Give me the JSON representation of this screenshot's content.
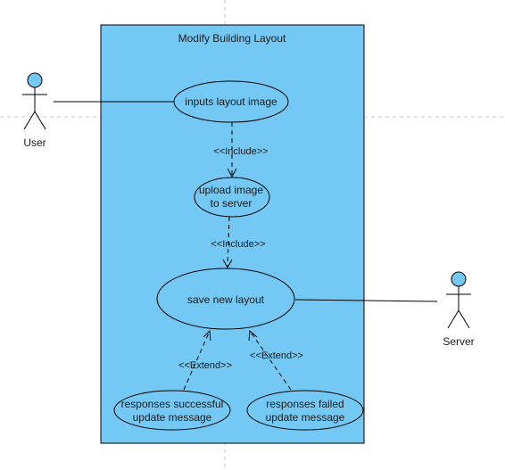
{
  "diagram": {
    "type": "uml-use-case",
    "system": {
      "title": "Modify Building Layout",
      "fill": "#74c9f4"
    },
    "actors": [
      {
        "id": "user",
        "label": "User"
      },
      {
        "id": "server",
        "label": "Server"
      }
    ],
    "use_cases": [
      {
        "id": "inputs",
        "lines": [
          "inputs layout image"
        ]
      },
      {
        "id": "upload",
        "lines": [
          "upload image",
          "to server"
        ]
      },
      {
        "id": "save",
        "lines": [
          "save new layout"
        ]
      },
      {
        "id": "success",
        "lines": [
          "responses successful",
          "update message"
        ]
      },
      {
        "id": "failed",
        "lines": [
          "responses failed",
          "update message"
        ]
      }
    ],
    "relations": [
      {
        "type": "association",
        "from": "user",
        "to": "inputs"
      },
      {
        "type": "association",
        "from": "server",
        "to": "save"
      },
      {
        "type": "include",
        "from": "inputs",
        "to": "upload",
        "label": "<<Include>>"
      },
      {
        "type": "include",
        "from": "upload",
        "to": "save",
        "label": "<<Include>>"
      },
      {
        "type": "extend",
        "from": "success",
        "to": "save",
        "label": "<<Extend>>"
      },
      {
        "type": "extend",
        "from": "failed",
        "to": "save",
        "label": "<<Extend>>"
      }
    ],
    "colors": {
      "system_fill": "#74c9f4",
      "actor_head": "#74c9f4",
      "stroke": "#000000"
    }
  }
}
